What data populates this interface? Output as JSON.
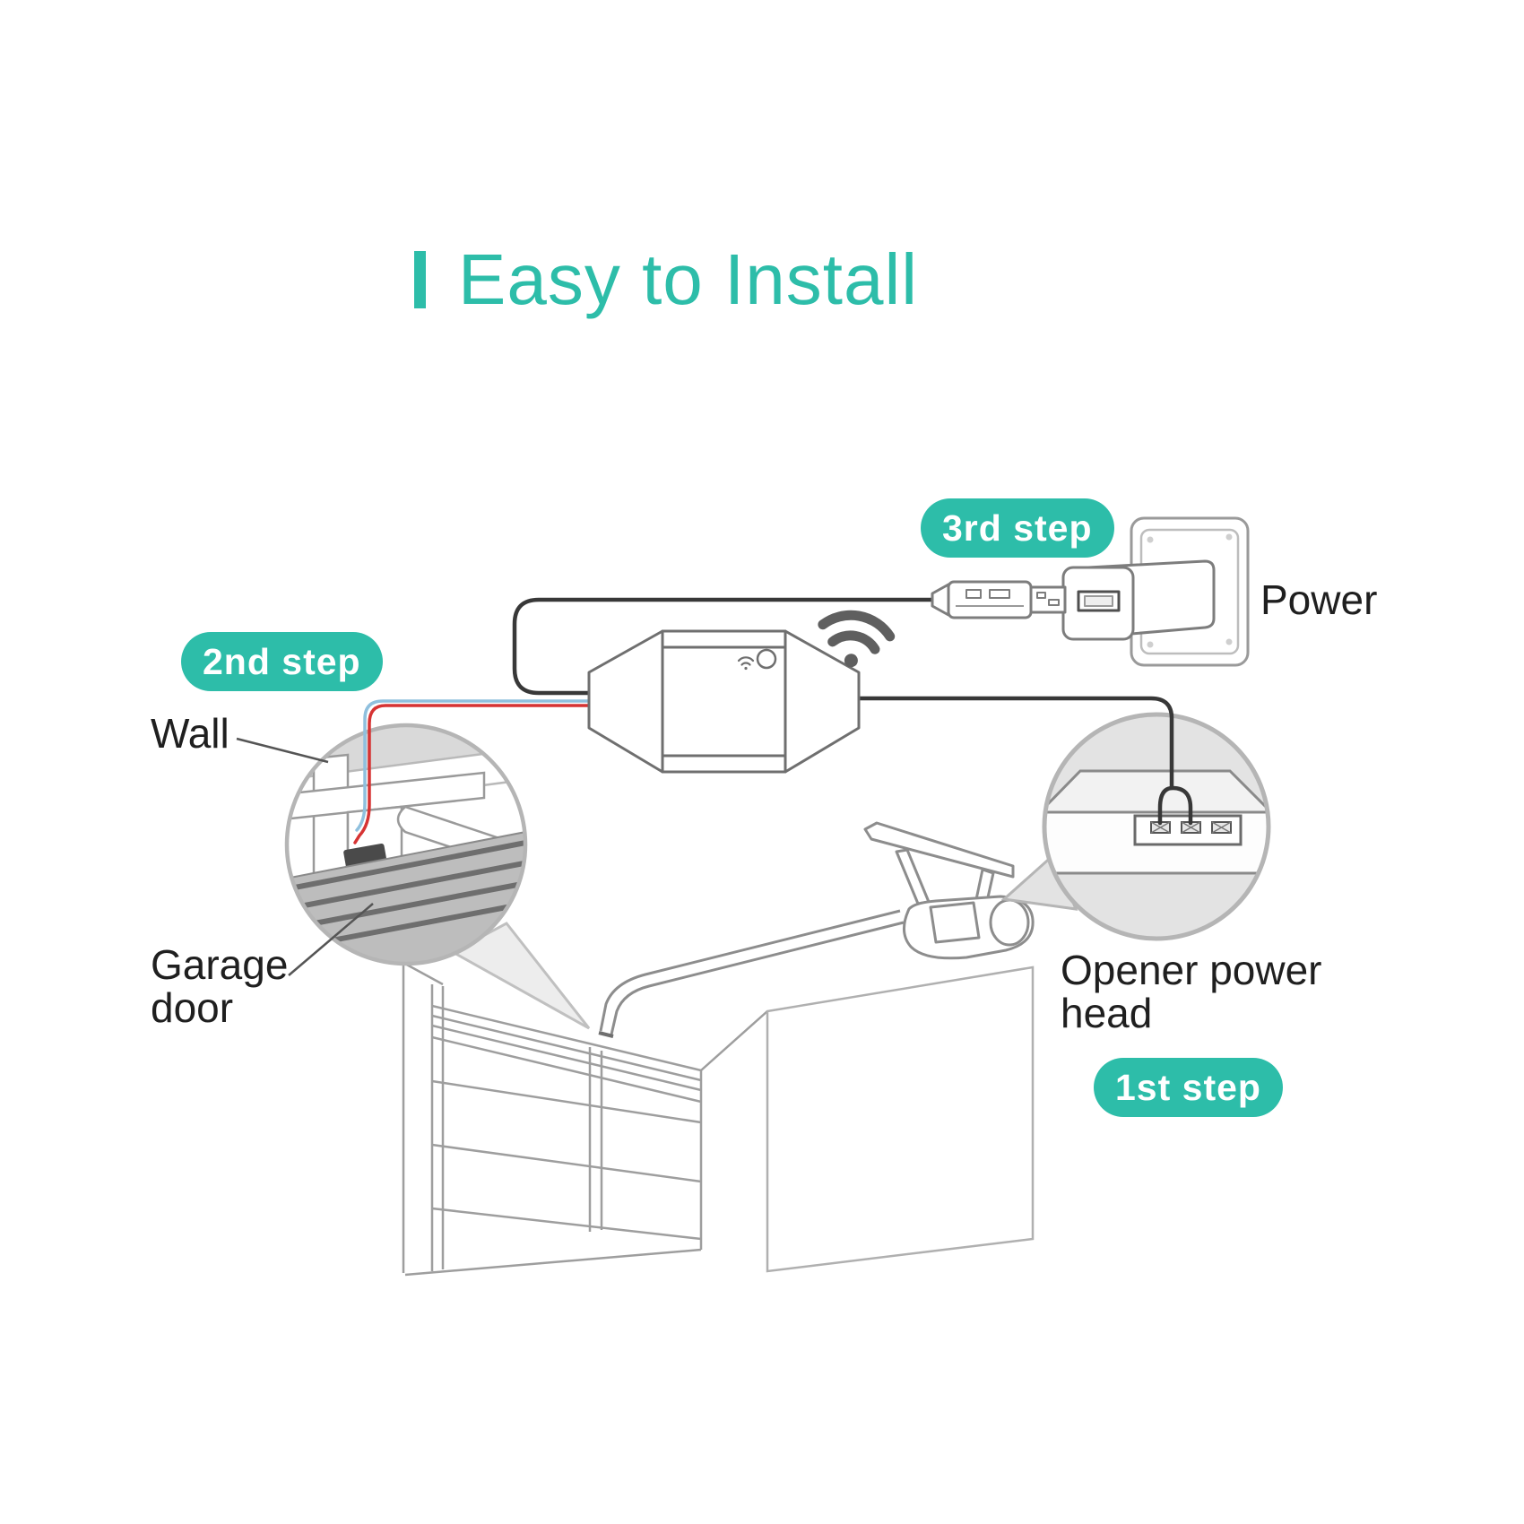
{
  "title": {
    "text": "Easy to Install"
  },
  "colors": {
    "accent": "#2dbda9",
    "ink": "#1f1f1f",
    "wire_black": "#383838",
    "wire_red": "#d63333",
    "wire_blue": "#8fc0de",
    "line_art": "#6f6f6f",
    "scene_line": "#9e9e9e",
    "circle_ring": "#b5b5b5",
    "wall_gray": "#d9d9d9",
    "detail_circle_gray": "#e3e3e3",
    "wifi_gray": "#5f5f5f"
  },
  "steps": {
    "first": "1st step",
    "second": "2nd step",
    "third": "3rd step"
  },
  "labels": {
    "wall": "Wall",
    "garage_door": [
      "Garage",
      "door"
    ],
    "opener_power_head": [
      "Opener power",
      "head"
    ],
    "power": "Power"
  },
  "icons": {
    "title_bar": "title-accent-bar",
    "wifi_large": "wifi-signal-icon",
    "wifi_small": "wifi-indicator-icon",
    "status_led": "led-button",
    "diagram_parts": [
      "wifi-gateway-device",
      "usb-plug",
      "power-adapter",
      "wall-plate",
      "wall-detail-circle",
      "opener-detail-circle",
      "garage-door",
      "opener-power-head",
      "door-sensor",
      "opener-rail"
    ]
  }
}
